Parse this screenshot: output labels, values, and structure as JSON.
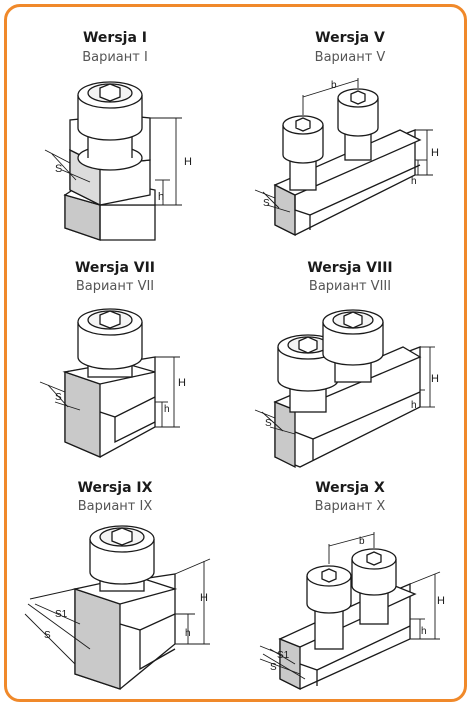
{
  "colors": {
    "border": "#f0892a",
    "line": "#1a1a1a",
    "shade": "#c9c9c9"
  },
  "variants": [
    {
      "title": "Wersja I",
      "subtitle": "Вариант I",
      "labels": {
        "s": "S",
        "H": "H",
        "h": "h"
      }
    },
    {
      "title": "Wersja V",
      "subtitle": "Вариант V",
      "labels": {
        "b": "b",
        "s": "S",
        "H": "H",
        "h": "h"
      }
    },
    {
      "title": "Wersja VII",
      "subtitle": "Вариант VII",
      "labels": {
        "s": "S",
        "H": "H",
        "h": "h"
      }
    },
    {
      "title": "Wersja VIII",
      "subtitle": "Вариант VIII",
      "labels": {
        "s": "S",
        "H": "H",
        "h": "h"
      }
    },
    {
      "title": "Wersja IX",
      "subtitle": "Вариант IX",
      "labels": {
        "s1": "S1",
        "s": "S",
        "H": "H",
        "h": "h"
      }
    },
    {
      "title": "Wersja X",
      "subtitle": "Вариант X",
      "labels": {
        "b": "b",
        "s1": "S1",
        "s": "S",
        "H": "H",
        "h": "h"
      }
    }
  ]
}
